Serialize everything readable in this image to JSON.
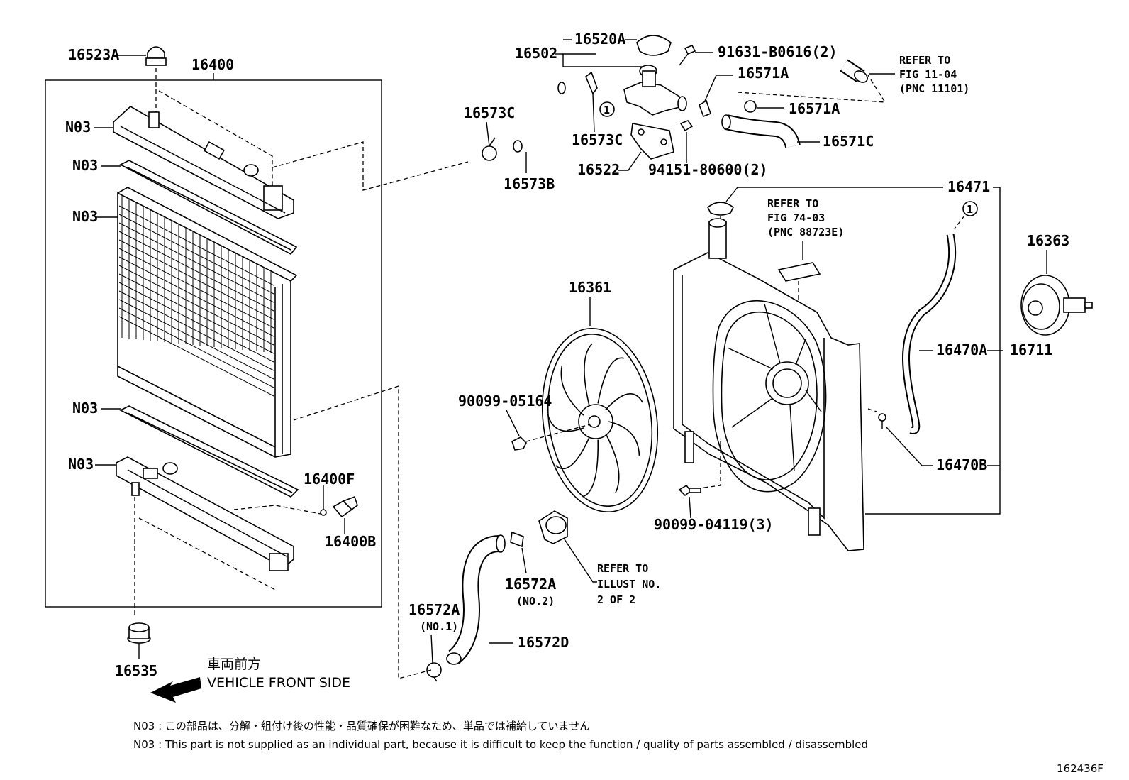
{
  "labels": {
    "p16523A": "16523A",
    "p16400": "16400",
    "n03_a": "N03",
    "n03_b": "N03",
    "n03_c": "N03",
    "n03_d": "N03",
    "n03_e": "N03",
    "p16400F": "16400F",
    "p16400B": "16400B",
    "p16535": "16535",
    "p16502": "16502",
    "p16520A": "16520A",
    "p91631": "91631-B0616(2)",
    "p16571A_top": "16571A",
    "p16571A_mid": "16571A",
    "p16571C": "16571C",
    "p16573C_left": "16573C",
    "p16573C_mid": "16573C",
    "p16573B": "16573B",
    "p16522": "16522",
    "p94151": "94151-80600(2)",
    "p16471": "16471",
    "p16363": "16363",
    "p16361": "16361",
    "p90099_05164": "90099-05164",
    "p16470A": "16470A",
    "p16711": "16711",
    "p16470B": "16470B",
    "p90099_04119": "90099-04119(3)",
    "p16572A_no2": "16572A",
    "p16572A_no2_sub": "(NO.2)",
    "p16572A_no1": "16572A",
    "p16572A_no1_sub": "(NO.1)",
    "p16572D": "16572D",
    "circle1_a": "1",
    "circle1_b": "1",
    "fig_number": "162436F"
  },
  "refs": {
    "ref_11_04": [
      "REFER TO",
      "FIG 11-04",
      "(PNC 11101)"
    ],
    "ref_74_03": [
      "REFER TO",
      "FIG 74-03",
      "(PNC 88723E)"
    ],
    "ref_illust": [
      "REFER TO",
      "ILLUST NO.",
      "2 OF 2"
    ]
  },
  "front": {
    "jp": "車両前方",
    "en": "VEHICLE FRONT SIDE"
  },
  "notes": {
    "jp": "N03 : この部品は、分解・組付け後の性能・品質確保が困難なため、単品では補給していません",
    "en": "N03 : This part is not supplied as an individual part, because it is difficult to keep the function / quality of parts assembled / disassembled"
  }
}
